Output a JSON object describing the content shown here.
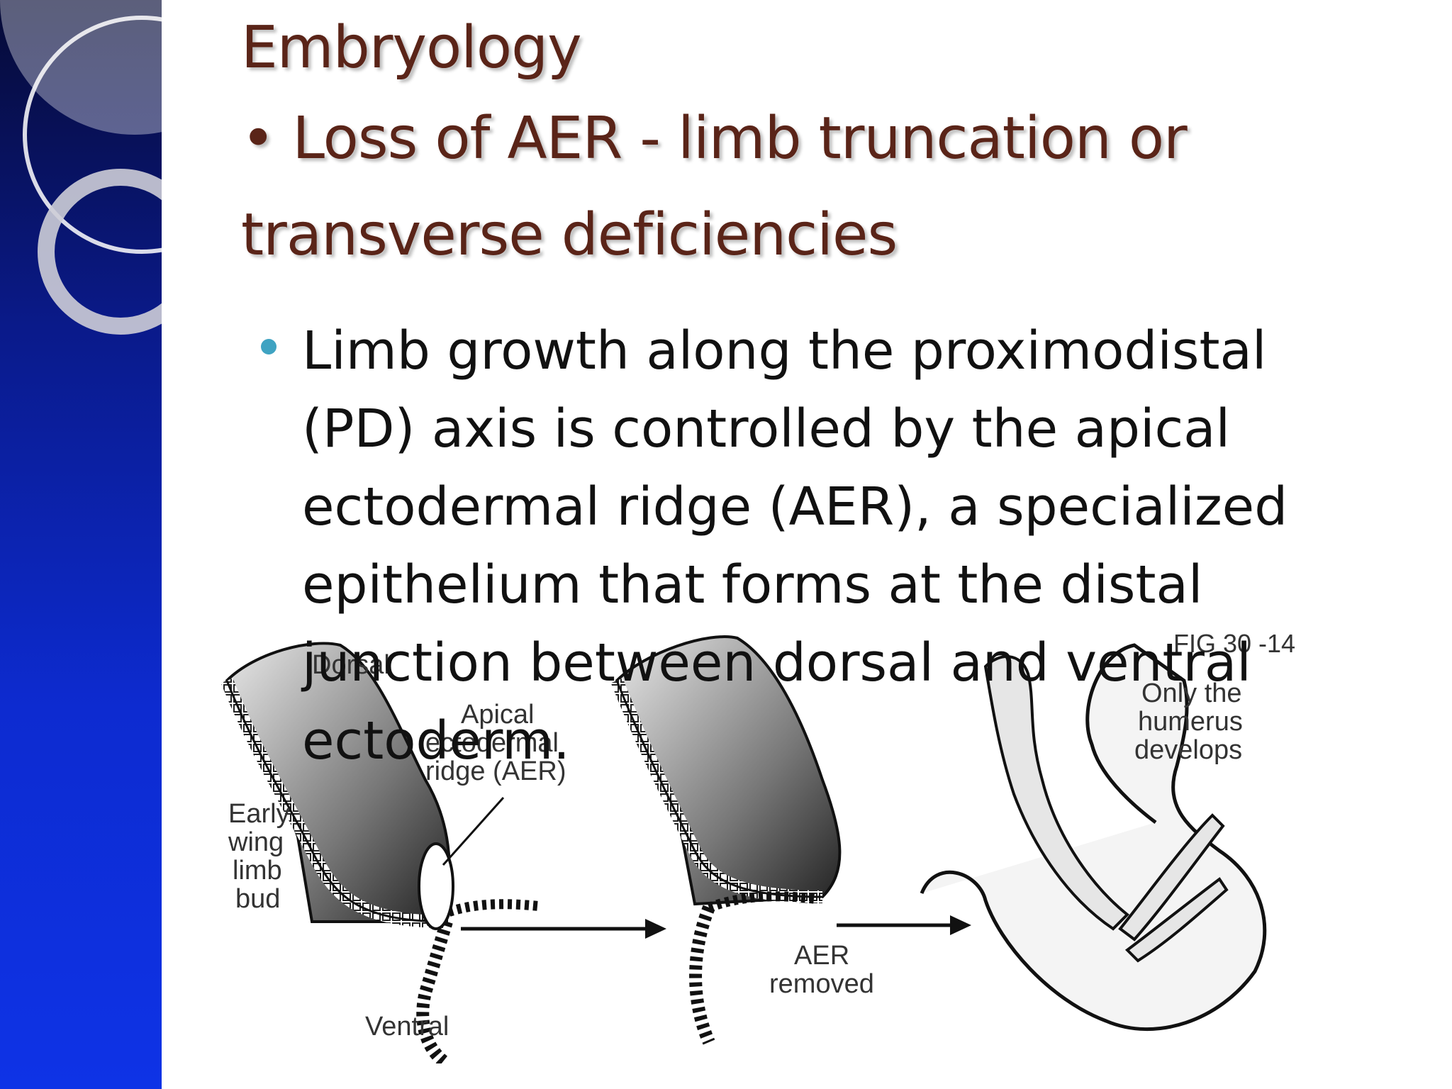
{
  "slide": {
    "title": "Embryology",
    "subtitle": "• Loss of AER - limb truncation or transverse deficiencies",
    "bullet": "Limb growth along the proximodistal (PD) axis is controlled by the apical ectodermal ridge (AER), a specialized epithelium that forms at the distal junction between dorsal and ventral ectoderm."
  },
  "figure": {
    "label_dorsal": "Dorsal",
    "label_apical_1": "Apical",
    "label_apical_2": "ectodermal",
    "label_apical_3": "ridge (AER)",
    "label_early_1": "Early",
    "label_early_2": "wing",
    "label_early_3": "limb",
    "label_early_4": "bud",
    "label_ventral": "Ventral",
    "label_aer_removed_1": "AER",
    "label_aer_removed_2": "removed",
    "label_fig": "FIG 30 -14",
    "label_humerus_1": "Only the",
    "label_humerus_2": "humerus",
    "label_humerus_3": "develops"
  },
  "colors": {
    "title": "#5a2418",
    "bullet": "#3fa3c2",
    "panel_top": "#060a35",
    "panel_bottom": "#0e33e6"
  }
}
